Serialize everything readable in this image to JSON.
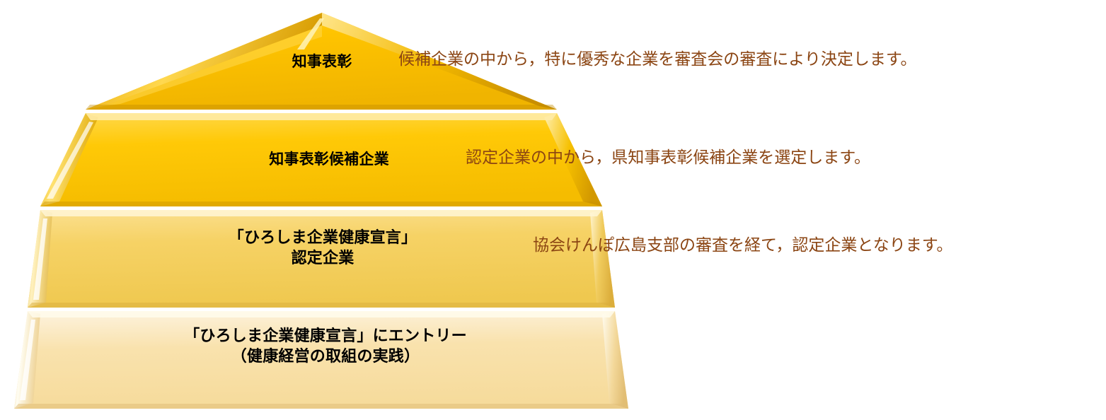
{
  "diagram": {
    "type": "pyramid",
    "title": "",
    "background_color": "#FFFFFF",
    "description_text_color": "#8B4513",
    "label_text_color": "#000000",
    "tiers": [
      {
        "level": 1,
        "position": "top",
        "label": "知事表彰",
        "description": "候補企業の中から，特に優秀な企業を審査会の審査により決定します。",
        "fill_color": "#FFC400",
        "edge_highlight_color": "#FFE680",
        "edge_shadow_color": "#D39B00"
      },
      {
        "level": 2,
        "position": "upper-middle",
        "label": "知事表彰候補企業",
        "description": "認定企業の中から，県知事表彰候補企業を選定します。",
        "fill_color": "#FFC800",
        "edge_highlight_color": "#FFEFAE",
        "edge_shadow_color": "#D9A200"
      },
      {
        "level": 3,
        "position": "lower-middle",
        "label": "「ひろしま企業健康宣言」\n認定企業",
        "description": "協会けんぽ広島支部の審査を経て，認定企業となります。",
        "fill_color": "#F6D265",
        "edge_highlight_color": "#FFF4CE",
        "edge_shadow_color": "#E0B44A"
      },
      {
        "level": 4,
        "position": "bottom",
        "label": "「ひろしま企業健康宣言」にエントリー\n（健康経営の取組の実践）",
        "description": "",
        "fill_color": "#F8DFA4",
        "edge_highlight_color": "#FFFDF2",
        "edge_shadow_color": "#E9C983"
      }
    ]
  }
}
